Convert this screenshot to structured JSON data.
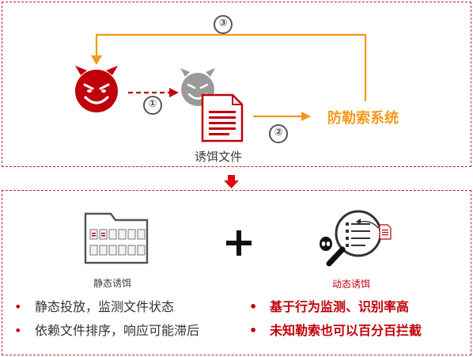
{
  "top": {
    "step_labels": [
      "③",
      "①",
      "②"
    ],
    "decoy_label": "诱饵文件",
    "system_label": "防勒索系统"
  },
  "bottom": {
    "static": {
      "title": "静态诱饵",
      "points": [
        "静态投放，监测文件状态",
        "依赖文件排序，响应可能滞后"
      ]
    },
    "plus": "+",
    "dynamic": {
      "title": "动态诱饵",
      "points": [
        "基于行为监测、识别率高",
        "未知勒索也可以百分百拦截"
      ]
    }
  },
  "colors": {
    "accent_red": "#c0000a",
    "orange": "#f39a1c",
    "gray": "#9a9a9a"
  }
}
